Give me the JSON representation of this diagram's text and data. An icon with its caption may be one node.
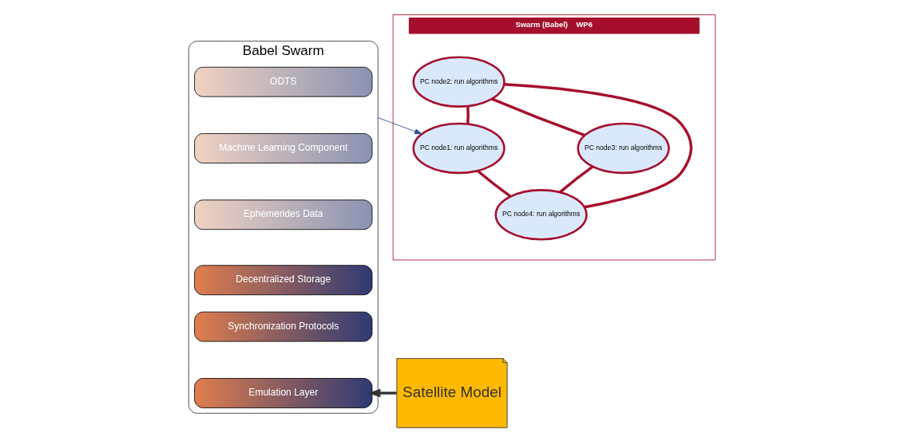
{
  "diagram": {
    "nodes": [
      {
        "text": [
          "Babel Swarm"
        ]
      },
      {
        "text": [
          "ODTS"
        ],
        "in": 0
      },
      {
        "text": [
          "Machine Learning Component"
        ],
        "in": 0
      },
      {
        "text": [
          "Ephemerides Data"
        ],
        "in": 0
      },
      {
        "text": [
          "Decentralized Storage"
        ],
        "in": 0
      },
      {
        "text": [
          "Synchronization Protocols"
        ],
        "in": 0
      },
      {
        "text": [
          "Emulation Layer"
        ],
        "in": 0
      },
      {
        "text": [
          "Satellite Model"
        ]
      },
      {
        "text": [
          "Swarm (Babel)    WP6"
        ]
      },
      {
        "text": [
          "PC node2: run algorithms"
        ],
        "in": 8
      },
      {
        "text": [
          "PC node1: run algorithms"
        ],
        "in": 8
      },
      {
        "text": [
          "PC node3: run algorithms"
        ],
        "in": 8
      },
      {
        "text": [
          "PC node4: run algorithms"
        ],
        "in": 8
      }
    ],
    "edges": [
      {
        "from": 0,
        "to": 10,
        "arrow": "to",
        "color": "#2f4f8f"
      },
      {
        "from": 7,
        "to": 6,
        "arrow": "to",
        "color": "#333333"
      },
      {
        "from": 10,
        "to": 9,
        "arrow": "none",
        "color": "#a50f2d"
      },
      {
        "from": 9,
        "to": 11,
        "arrow": "none",
        "color": "#a50f2d"
      },
      {
        "from": 9,
        "to": 12,
        "arrow": "none",
        "color": "#a50f2d"
      },
      {
        "from": 10,
        "to": 12,
        "arrow": "none",
        "color": "#a50f2d"
      },
      {
        "from": 11,
        "to": 12,
        "arrow": "none",
        "color": "#a50f2d"
      }
    ]
  }
}
